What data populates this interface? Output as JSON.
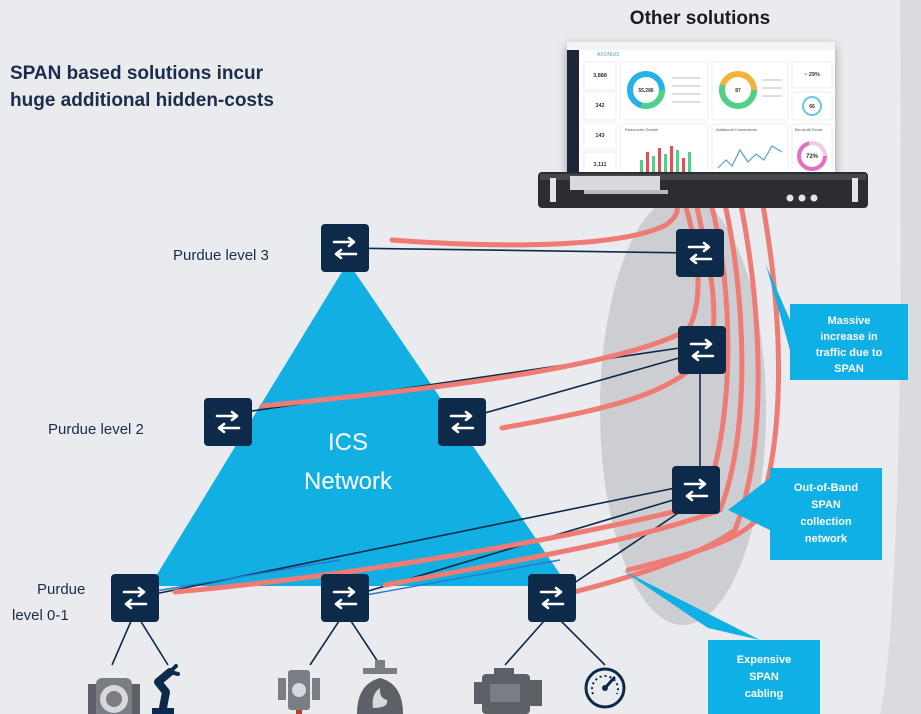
{
  "headline": {
    "line1": "SPAN based solutions incur",
    "line2": "huge additional  hidden-costs"
  },
  "other_solutions_label": "Other solutions",
  "levels": {
    "l3": "Purdue level 3",
    "l2": "Purdue level 2",
    "l01_line1": "Purdue",
    "l01_line2": "level 0-1"
  },
  "network": {
    "line1": "ICS",
    "line2": "Network"
  },
  "callouts": {
    "traffic": [
      "Massive",
      "increase in",
      "traffic due to",
      "SPAN"
    ],
    "oob": [
      "Out-of-Band",
      "SPAN",
      "collection",
      "network"
    ],
    "cabling": [
      "Expensive",
      "SPAN",
      "cabling"
    ]
  },
  "dashboard": {
    "brand": "AXONIUS",
    "stats": [
      "3,888",
      "342",
      "143",
      "3,111"
    ],
    "donut1_value": "55,286",
    "donut2_value": "87",
    "percent_badge": "~ 29%",
    "circle_small": "66",
    "gauge_value": "72%",
    "panel_titles": [
      "Resources Growth",
      "Additional Connections",
      "Bio Audit Score"
    ]
  },
  "colors": {
    "background": "#e9ebee",
    "triangle": "#12b0e2",
    "switch": "#0e2a4a",
    "span_cable": "#ee7b74",
    "callout": "#0fb0e6",
    "oob_ellipse": "#c8c9cb"
  },
  "icons": [
    "valve-icon",
    "robot-arm-icon",
    "temperature-sensor-icon",
    "burner-icon",
    "engine-icon",
    "gauge-icon"
  ]
}
